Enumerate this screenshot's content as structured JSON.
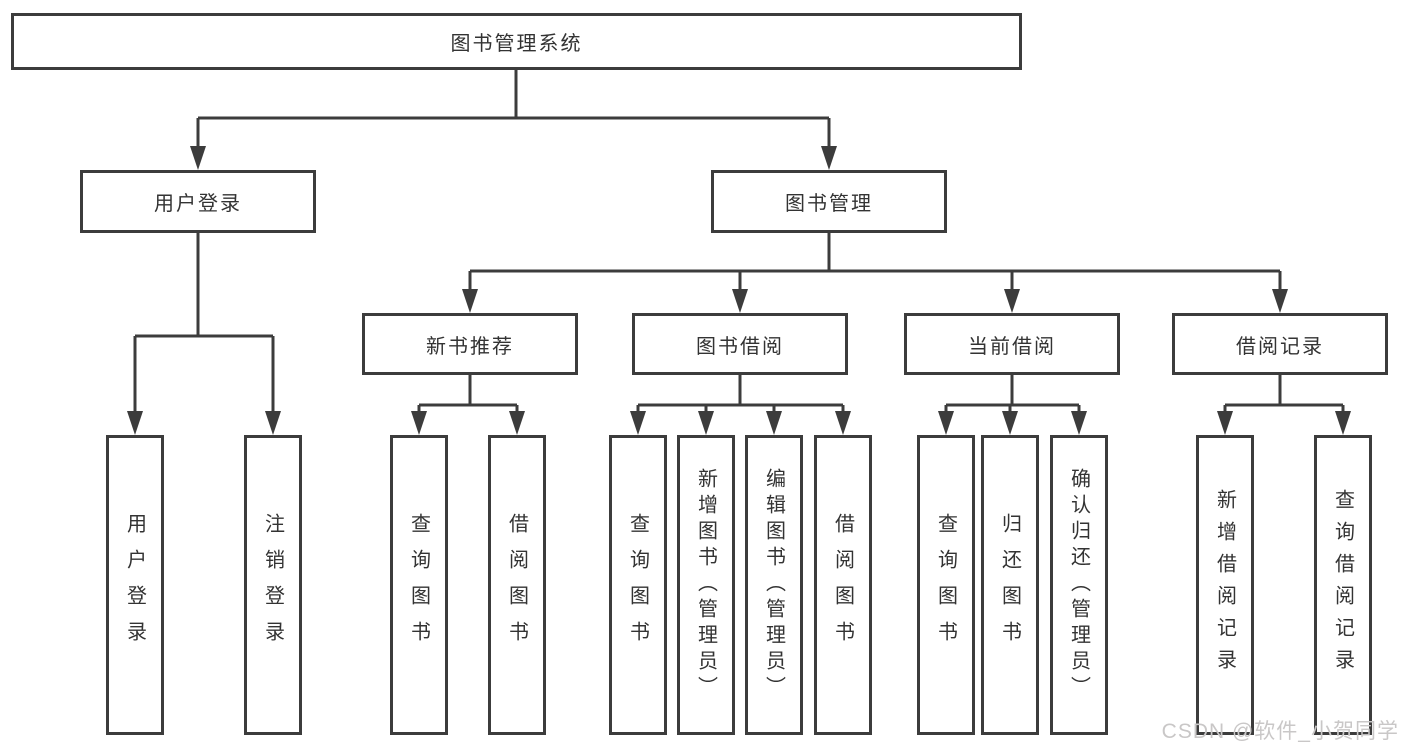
{
  "diagram_title": "图书管理系统",
  "nodes": {
    "root": "图书管理系统",
    "user_login": "用户登录",
    "book_mgmt": "图书管理",
    "leaf_user_login": "用户登录",
    "leaf_logout": "注销登录",
    "new_book_rec": "新书推荐",
    "book_borrow": "图书借阅",
    "current_borrow": "当前借阅",
    "borrow_records": "借阅记录",
    "nbr_query_books": "查询图书",
    "nbr_borrow_books": "借阅图书",
    "bb_query_books": "查询图书",
    "bb_add_books": "新增图书（管理员）",
    "bb_edit_books": "编辑图书（管理员）",
    "bb_borrow_books": "借阅图书",
    "cb_query_books": "查询图书",
    "cb_return_books": "归还图书",
    "cb_confirm_return": "确认归还（管理员）",
    "br_add_record": "新增借阅记录",
    "br_query_record": "查询借阅记录"
  },
  "watermark": "CSDN @软件_小贺同学",
  "colors": {
    "line": "#3c3c3c",
    "text": "#333333",
    "watermark": "#c9c7c7",
    "background": "#ffffff"
  }
}
